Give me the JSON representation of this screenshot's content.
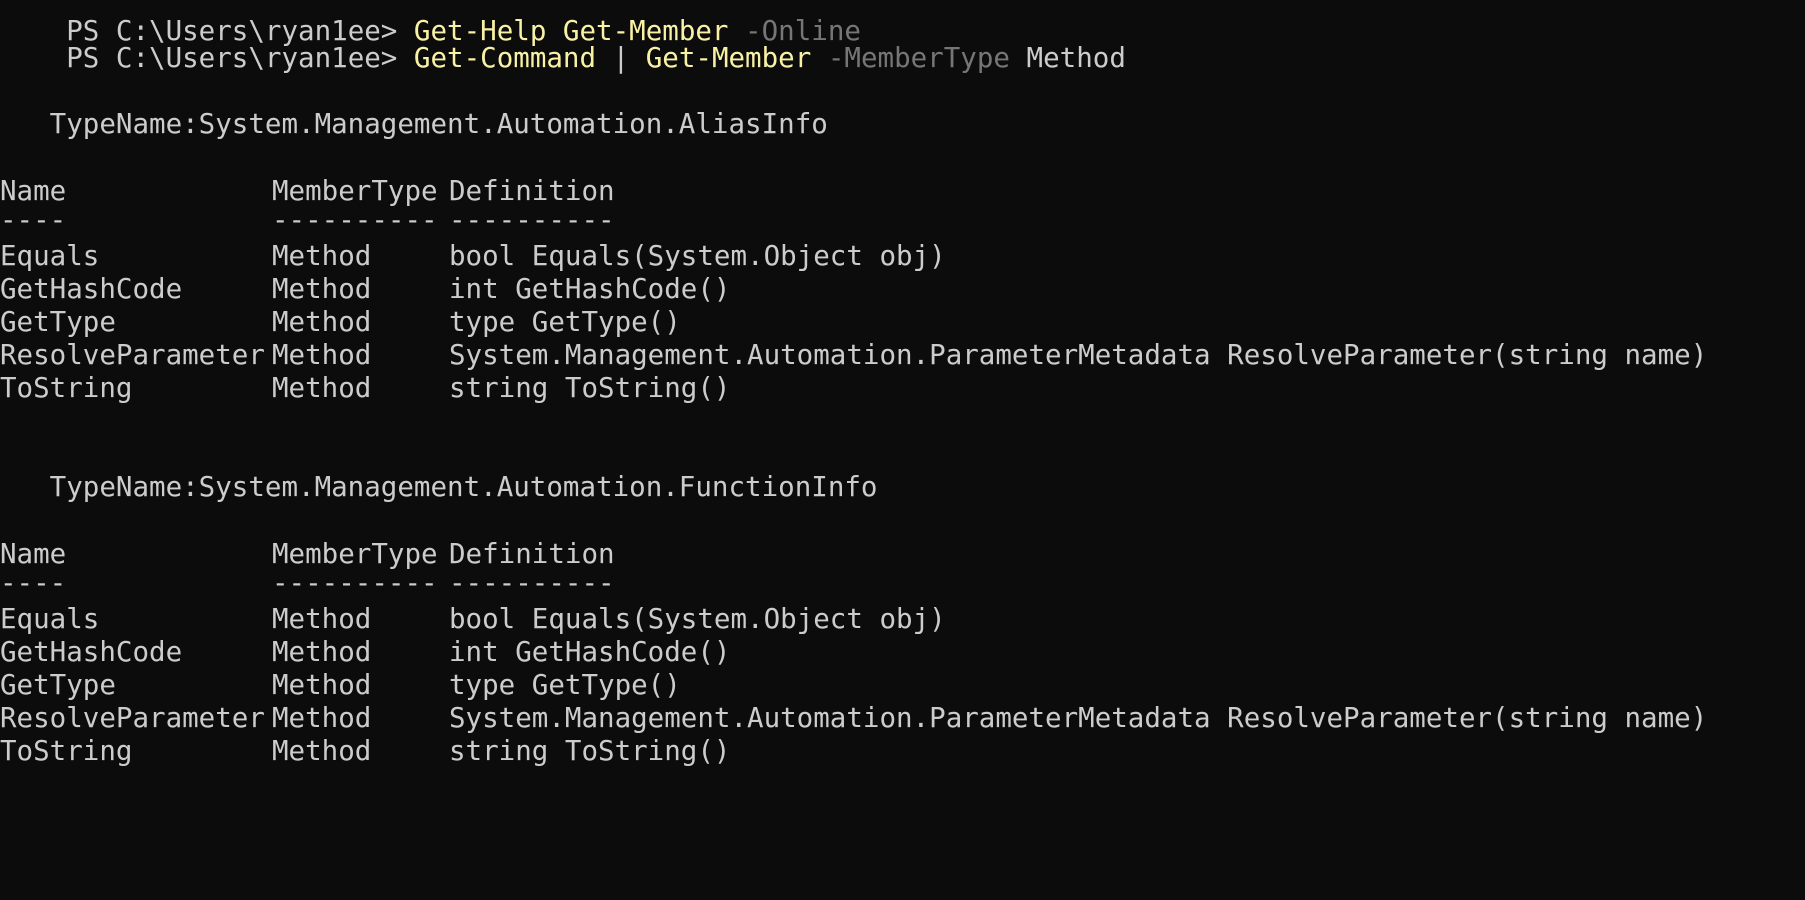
{
  "previous_command": {
    "prompt": "PS C:\\Users\\ryan1ee> ",
    "cmd": "Get-Help Get-Member",
    "param": " -Online"
  },
  "command": {
    "prompt": "PS C:\\Users\\ryan1ee> ",
    "cmd1": "Get-Command",
    "pipe": " | ",
    "cmd2": "Get-Member",
    "param": " -MemberType",
    "arg": " Method"
  },
  "tables": [
    {
      "typename": "   TypeName:System.Management.Automation.AliasInfo",
      "headers": {
        "name": "Name",
        "type": "MemberType",
        "def": "Definition"
      },
      "rules": {
        "name": "----",
        "type": "----------",
        "def": "----------"
      },
      "rows": [
        {
          "name": "Equals",
          "type": "Method",
          "def": "bool Equals(System.Object obj)"
        },
        {
          "name": "GetHashCode",
          "type": "Method",
          "def": "int GetHashCode()"
        },
        {
          "name": "GetType",
          "type": "Method",
          "def": "type GetType()"
        },
        {
          "name": "ResolveParameter",
          "type": "Method",
          "def": "System.Management.Automation.ParameterMetadata ResolveParameter(string name)"
        },
        {
          "name": "ToString",
          "type": "Method",
          "def": "string ToString()"
        }
      ]
    },
    {
      "typename": "   TypeName:System.Management.Automation.FunctionInfo",
      "headers": {
        "name": "Name",
        "type": "MemberType",
        "def": "Definition"
      },
      "rules": {
        "name": "----",
        "type": "----------",
        "def": "----------"
      },
      "rows": [
        {
          "name": "Equals",
          "type": "Method",
          "def": "bool Equals(System.Object obj)"
        },
        {
          "name": "GetHashCode",
          "type": "Method",
          "def": "int GetHashCode()"
        },
        {
          "name": "GetType",
          "type": "Method",
          "def": "type GetType()"
        },
        {
          "name": "ResolveParameter",
          "type": "Method",
          "def": "System.Management.Automation.ParameterMetadata ResolveParameter(string name)"
        },
        {
          "name": "ToString",
          "type": "Method",
          "def": "string ToString()"
        }
      ]
    }
  ]
}
